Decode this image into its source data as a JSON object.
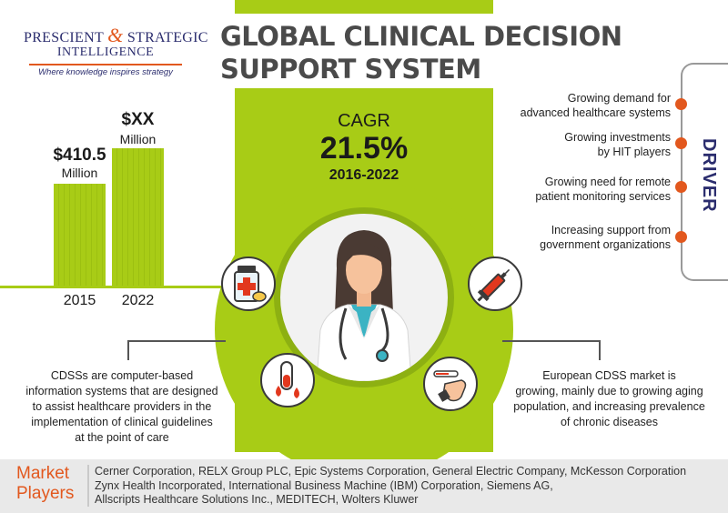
{
  "logo": {
    "line1_a": "PRESCIENT",
    "line1_amp": "&",
    "line1_b": "STRATEGIC",
    "line2": "INTELLIGENCE",
    "tagline": "Where knowledge inspires strategy"
  },
  "title": {
    "line1": "GLOBAL CLINICAL DECISION",
    "line2": "SUPPORT SYSTEM"
  },
  "cagr": {
    "label": "CAGR",
    "value": "21.5%",
    "period": "2016-2022"
  },
  "market_size": {
    "bars": [
      {
        "year": "2015",
        "value": "$410.5",
        "unit": "Million"
      },
      {
        "year": "2022",
        "value": "$XX",
        "unit": "Million"
      }
    ]
  },
  "drivers": {
    "title": "DRIVER",
    "items": [
      {
        "line1": "Growing demand for",
        "line2": "advanced healthcare systems"
      },
      {
        "line1": "Growing investments",
        "line2": "by HIT players"
      },
      {
        "line1": "Growing need for remote",
        "line2": "patient monitoring services"
      },
      {
        "line1": "Increasing support from",
        "line2": "government organizations"
      }
    ]
  },
  "descriptions": {
    "left": [
      "CDSSs are computer-based",
      "information systems that are designed",
      "to assist healthcare providers in the",
      "implementation of clinical guidelines",
      "at the point of care"
    ],
    "right": [
      "European CDSS market is",
      "growing, mainly due to growing aging",
      "population, and increasing prevalence",
      "of chronic diseases"
    ]
  },
  "market_players": {
    "label_line1": "Market",
    "label_line2": "Players",
    "lines": [
      "Cerner Corporation, RELX Group PLC, Epic Systems Corporation, General Electric Company, McKesson Corporation",
      "Zynx Health Incorporated, International Business Machine (IBM) Corporation, Siemens AG,",
      "Allscripts Healthcare Solutions Inc., MEDITECH, Wolters Kluwer"
    ]
  },
  "colors": {
    "green": "#a8cc16",
    "orange": "#e2581e",
    "navy": "#2b2d6e"
  },
  "icons": [
    "medicine-bottle-icon",
    "syringe-icon",
    "blood-test-icon",
    "thermometer-hand-icon",
    "doctor-icon"
  ]
}
